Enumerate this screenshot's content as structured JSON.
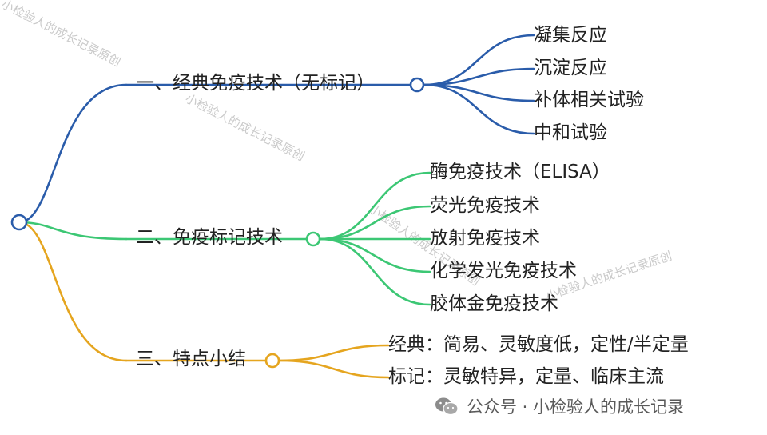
{
  "colors": {
    "branch_1": "#2a5caa",
    "branch_2": "#3cc774",
    "branch_3": "#e5a51f",
    "root": "#2a5caa",
    "text": "#222222"
  },
  "branches": [
    {
      "label": "一、经典免疫技术（无标记）",
      "children": [
        "凝集反应",
        "沉淀反应",
        "补体相关试验",
        "中和试验"
      ]
    },
    {
      "label": "二、免疫标记技术",
      "children": [
        "酶免疫技术（ELISA）",
        "荧光免疫技术",
        "放射免疫技术",
        "化学发光免疫技术",
        "胶体金免疫技术"
      ]
    },
    {
      "label": "三、特点小结",
      "children": [
        "经典：简易、灵敏度低，定性/半定量",
        "标记：灵敏特异，定量、临床主流"
      ]
    }
  ],
  "watermark": "小检验人的成长记录原创",
  "footer": {
    "icon": "wechat-icon",
    "text": "公众号 · 小检验人的成长记录"
  }
}
